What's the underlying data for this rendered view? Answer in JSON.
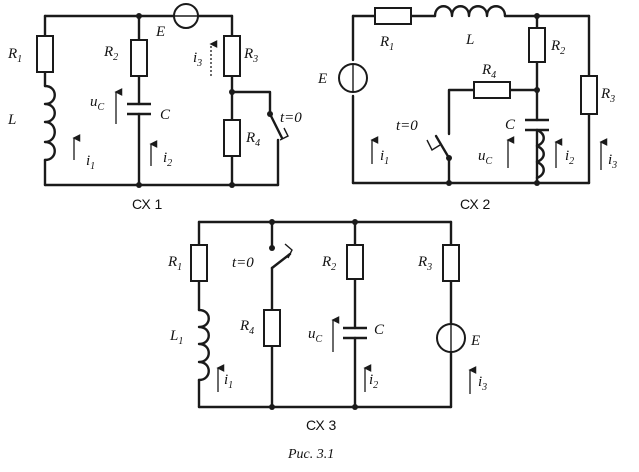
{
  "circuits": {
    "sx1": {
      "title": "СХ 1",
      "R1": "R",
      "R1_sub": "1",
      "R2": "R",
      "R2_sub": "2",
      "R3": "R",
      "R3_sub": "3",
      "R4": "R",
      "R4_sub": "4",
      "L": "L",
      "C": "C",
      "E": "E",
      "uc": "u",
      "uc_sub": "C",
      "i1": "i",
      "i1_sub": "1",
      "i2": "i",
      "i2_sub": "2",
      "i3": "i",
      "i3_sub": "3",
      "switch": "t=0"
    },
    "sx2": {
      "title": "СХ 2",
      "R1": "R",
      "R1_sub": "1",
      "R2": "R",
      "R2_sub": "2",
      "R3": "R",
      "R3_sub": "3",
      "R4": "R",
      "R4_sub": "4",
      "L": "L",
      "C": "C",
      "E": "E",
      "uc": "u",
      "uc_sub": "C",
      "i1": "i",
      "i1_sub": "1",
      "i2": "i",
      "i2_sub": "2",
      "i3": "i",
      "i3_sub": "3",
      "switch": "t=0"
    },
    "sx3": {
      "title": "СХ 3",
      "R1": "R",
      "R1_sub": "1",
      "R2": "R",
      "R2_sub": "2",
      "R3": "R",
      "R3_sub": "3",
      "R4": "R",
      "R4_sub": "4",
      "L1": "L",
      "L1_sub": "1",
      "C": "C",
      "E": "E",
      "uc": "u",
      "uc_sub": "C",
      "i1": "i",
      "i1_sub": "1",
      "i2": "i",
      "i2_sub": "2",
      "i3": "i",
      "i3_sub": "3",
      "switch": "t=0"
    }
  },
  "figure_caption": "Рис. 3.1"
}
